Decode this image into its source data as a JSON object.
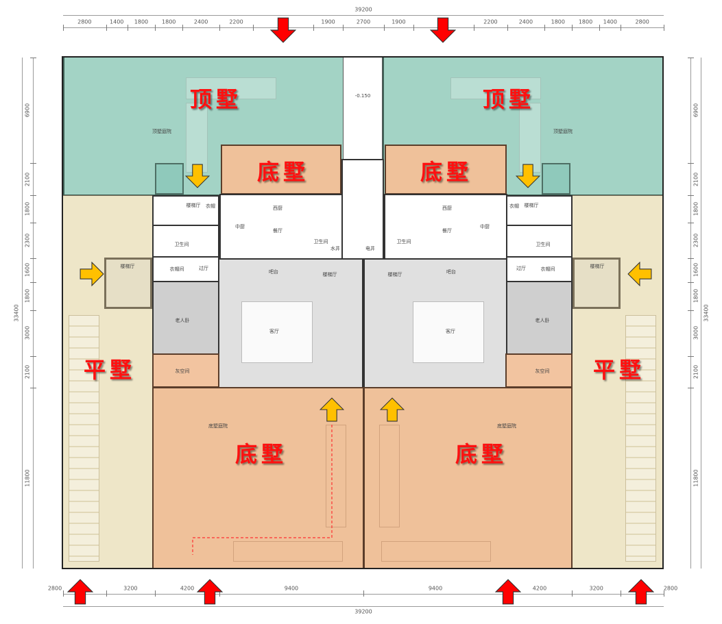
{
  "zones": {
    "top_villa": "顶墅",
    "bottom_villa": "底墅",
    "flat_villa": "平墅"
  },
  "dimensions": {
    "top_total": "39200",
    "top_segments": [
      "2800",
      "1400",
      "1800",
      "1800",
      "2400",
      "2200",
      "",
      "1900",
      "2700",
      "1900",
      "",
      "2200",
      "2400",
      "1800",
      "1800",
      "1400",
      "2800"
    ],
    "bottom_total": "39200",
    "bottom_segments": [
      "2800",
      "3200",
      "4200",
      "9400",
      "9400",
      "4200",
      "3200",
      "2800"
    ],
    "side_total": "33400",
    "side_segments": [
      "6900",
      "2100",
      "1800",
      "2300",
      "1600",
      "1800",
      "3000",
      "2100",
      "11800"
    ]
  },
  "rooms": {
    "top_garden": "顶墅庭院",
    "bottom_garden": "底墅庭院",
    "stair_hall": "楼梯厅",
    "cloak": "衣帽",
    "chinese_kitchen": "中厨",
    "western_kitchen": "西厨",
    "dining": "餐厅",
    "bathroom": "卫生间",
    "walk_in_closet": "衣帽间",
    "corridor": "过厅",
    "bar": "吧台",
    "elderly_bedroom": "老人卧",
    "living_room": "客厅",
    "gray_space": "灰空间",
    "water_shaft": "水井",
    "electric_shaft": "电井",
    "level": "-0.150"
  },
  "arrow_colors": {
    "main_entry": "#ff0000",
    "unit_entry": "#ffc000"
  },
  "zone_colors": {
    "top_villa": "#a3d3c5",
    "bottom_villa": "#efc19a",
    "flat_villa": "#eee6c8"
  }
}
